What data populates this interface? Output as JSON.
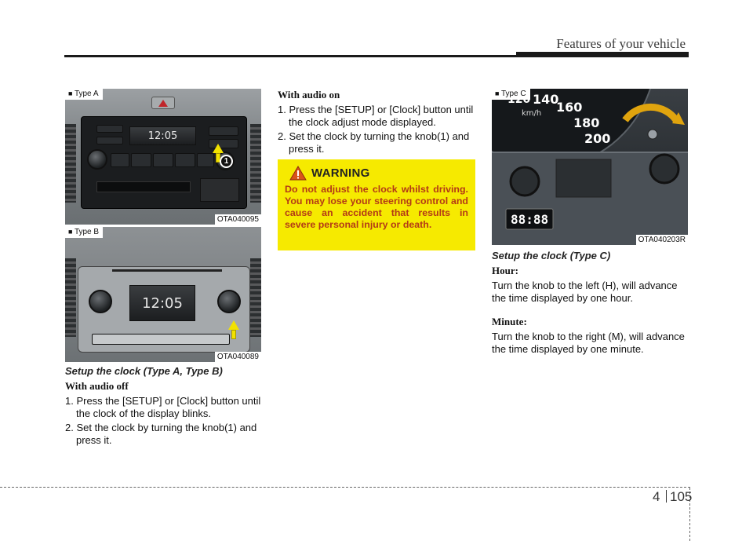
{
  "header": {
    "title": "Features of your vehicle"
  },
  "figures": {
    "type_a": {
      "label": "Type A",
      "code": "OTA040095",
      "clock": "12:05",
      "badge": "1"
    },
    "type_b": {
      "label": "Type B",
      "code": "OTA040089",
      "clock": "12:05"
    },
    "type_c": {
      "label": "Type C",
      "code": "OTA040203R",
      "speed_unit": "km/h",
      "speed_ticks": [
        "120",
        "140",
        "160",
        "180",
        "200"
      ],
      "odo": "88:88"
    }
  },
  "col1": {
    "title": "Setup the clock (Type A, Type B)",
    "subhead": "With audio off",
    "steps": [
      "1. Press the [SETUP] or [Clock] button until the clock of the display blinks.",
      "2. Set the clock by turning the knob(1) and press it."
    ]
  },
  "col2": {
    "subhead": "With audio on",
    "steps": [
      "1. Press the [SETUP] or [Clock] button until the clock adjust mode displayed.",
      "2. Set the clock by turning the knob(1) and press it."
    ]
  },
  "warning": {
    "title": "WARNING",
    "text": "Do not adjust the clock whilst driving. You may lose your steering control and cause an accident that results in severe personal injury or death."
  },
  "col3": {
    "title": "Setup the clock (Type C)",
    "hour_head": "Hour:",
    "hour_text": "Turn the knob to the left (H), will advance the time displayed by one hour.",
    "minute_head": "Minute:",
    "minute_text": "Turn the knob to the right (M), will advance the time displayed by one minute."
  },
  "footer": {
    "chapter": "4",
    "page": "105"
  }
}
